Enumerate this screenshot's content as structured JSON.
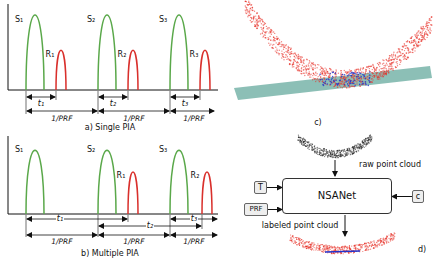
{
  "diagram": {
    "nodes": [
      {
        "text": [
          "NSANet"
        ]
      },
      {
        "text": [
          "T"
        ]
      },
      {
        "text": [
          "PRF"
        ]
      },
      {
        "text": [
          "c"
        ]
      }
    ],
    "edges": [
      {
        "from": 1,
        "to": 0,
        "arrow": "to"
      },
      {
        "from": 2,
        "to": 0,
        "arrow": "to"
      },
      {
        "from": 3,
        "to": 0,
        "arrow": "to"
      }
    ],
    "labels": [
      "S₁",
      "R₁",
      "S₂",
      "R₂",
      "S₃",
      "R₃",
      "t₁",
      "t₂",
      "t₃",
      "1/PRF",
      "1/PRF",
      "1/PRF",
      "a) Single PIA",
      "S₁",
      "S₂",
      "R₁",
      "S₃",
      "R₂",
      "t₁",
      "t₂",
      "t₃",
      "1/PRF",
      "1/PRF",
      "1/PRF",
      "b) Multiple PIA",
      "c)",
      "raw point cloud",
      "labeled point cloud",
      "d)"
    ]
  }
}
